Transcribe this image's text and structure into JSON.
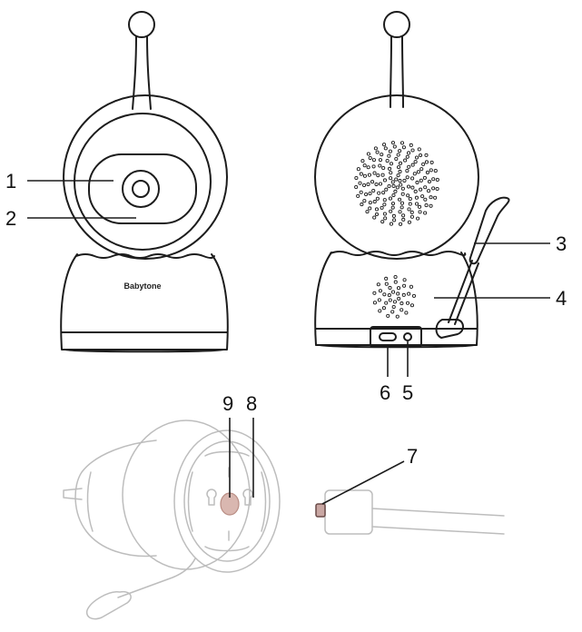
{
  "brand": {
    "logo_text": "Babytone"
  },
  "callouts": [
    {
      "id": "1",
      "text": "1"
    },
    {
      "id": "2",
      "text": "2"
    },
    {
      "id": "3",
      "text": "3"
    },
    {
      "id": "4",
      "text": "4"
    },
    {
      "id": "5",
      "text": "5"
    },
    {
      "id": "6",
      "text": "6"
    },
    {
      "id": "7",
      "text": "7"
    },
    {
      "id": "8",
      "text": "8"
    },
    {
      "id": "9",
      "text": "9"
    }
  ],
  "colors": {
    "line": "#1c1c1c",
    "faint_line": "#bdbdbd",
    "highlight_pad": "#d9b7b0"
  }
}
